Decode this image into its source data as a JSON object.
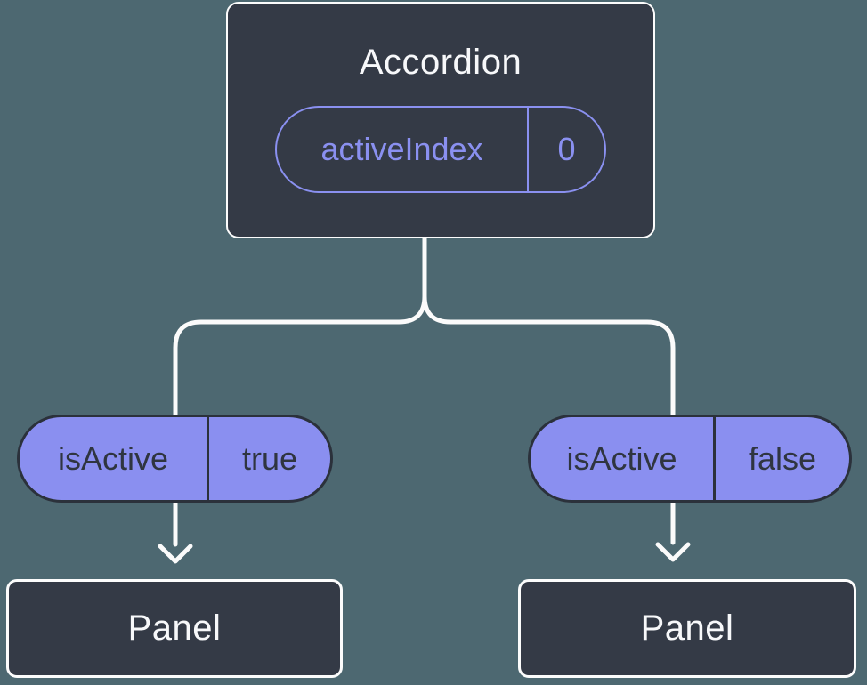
{
  "tree": {
    "root": {
      "label": "Accordion",
      "state": {
        "key": "activeIndex",
        "value": "0"
      }
    },
    "children": [
      {
        "prop": {
          "key": "isActive",
          "value": "true"
        },
        "child": {
          "label": "Panel"
        }
      },
      {
        "prop": {
          "key": "isActive",
          "value": "false"
        },
        "child": {
          "label": "Panel"
        }
      }
    ]
  },
  "colors": {
    "background": "#4d6871",
    "node-fill": "#343a46",
    "node-border": "#fcfcfc",
    "node-text": "#f7f8fa",
    "accent-purple": "#8a90f0",
    "pill-fill": "#8a8ff0",
    "pill-text": "#2f3540",
    "pill-border": "#2b313b",
    "connector": "#fbfbfb"
  }
}
